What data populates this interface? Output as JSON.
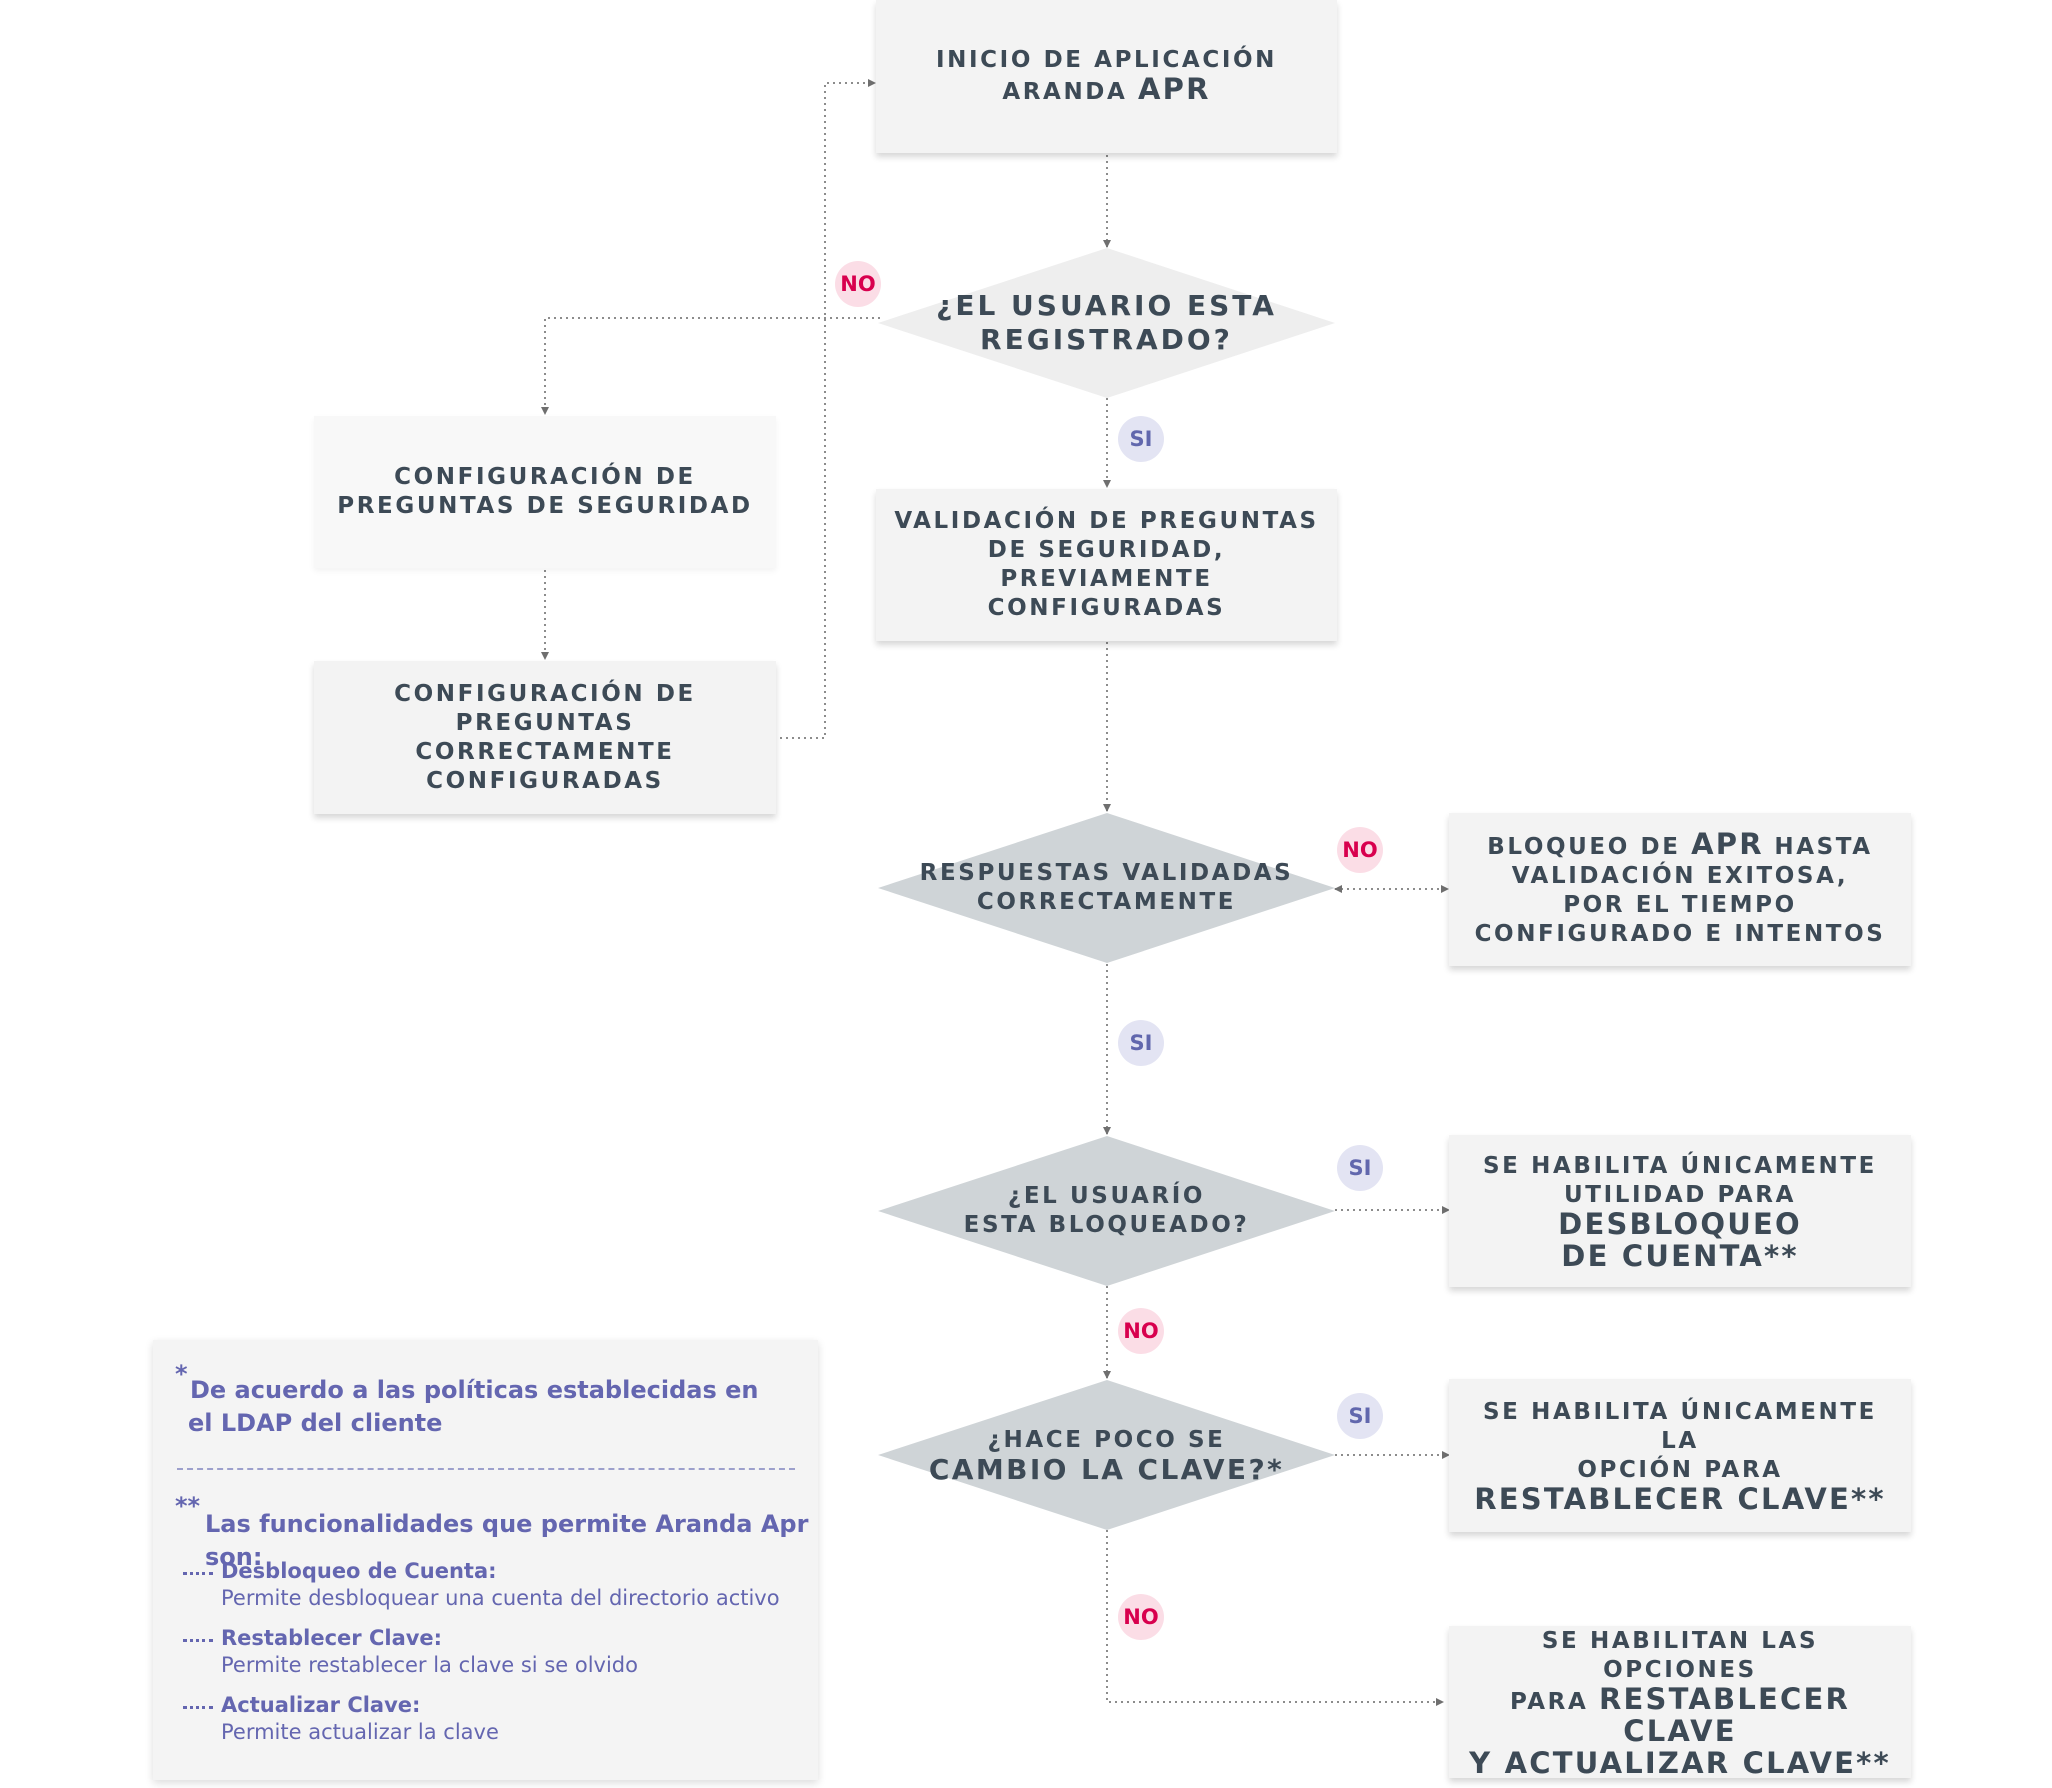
{
  "nodes": {
    "inicio": {
      "line1": "INICIO DE APLICACIÓN",
      "line2_pre": "ARANDA",
      "line2_strong": "APR"
    },
    "registrado": {
      "line1": "¿EL USUARIO ESTA",
      "line2": "REGISTRADO?"
    },
    "config_preguntas": {
      "line1": "CONFIGURACIÓN DE",
      "line2": "PREGUNTAS DE SEGURIDAD"
    },
    "config_correcta": {
      "line1": "CONFIGURACIÓN DE",
      "line2": "PREGUNTAS CORRECTAMENTE",
      "line3": "CONFIGURADAS"
    },
    "validacion": {
      "line1": "VALIDACIÓN DE PREGUNTAS",
      "line2": "DE SEGURIDAD,",
      "line3": "PREVIAMENTE CONFIGURADAS"
    },
    "respuestas": {
      "line1": "RESPUESTAS VALIDADAS",
      "line2": "CORRECTAMENTE"
    },
    "bloqueo": {
      "line1_pre": "BLOQUEO DE",
      "line1_strong": "APR",
      "line1_post": "HASTA",
      "line2": "VALIDACIÓN EXITOSA,",
      "line3": "POR EL TIEMPO",
      "line4": "CONFIGURADO E INTENTOS"
    },
    "bloqueado": {
      "line1": "¿EL USUARÍO",
      "line2": "ESTA BLOQUEADO?"
    },
    "desbloqueo": {
      "line1": "SE HABILITA ÚNICAMENTE",
      "line2_pre": "UTILIDAD PARA",
      "line2_strong": "DESBLOQUEO",
      "line3_strong": "DE CUENTA**"
    },
    "cambio": {
      "line1": "¿HACE POCO SE",
      "line2": "CAMBIO LA CLAVE?*"
    },
    "restablecer": {
      "line1": "SE HABILITA ÚNICAMENTE LA",
      "line2": "OPCIÓN PARA",
      "line3_strong": "RESTABLECER CLAVE**"
    },
    "ambas": {
      "line1": "SE HABILITAN LAS OPCIONES",
      "line2_pre": "PARA",
      "line2_strong": "RESTABLECER CLAVE",
      "line3_strong": "Y ACTUALIZAR CLAVE**"
    }
  },
  "badges": {
    "no_registrado": "NO",
    "si_registrado": "SI",
    "no_respuestas": "NO",
    "si_respuestas": "SI",
    "si_bloqueado": "SI",
    "no_bloqueado": "NO",
    "si_cambio": "SI",
    "no_cambio": "NO"
  },
  "legend": {
    "star1": "*",
    "note1_line1": "De acuerdo a las políticas establecidas en",
    "note1_line2": "el LDAP del cliente",
    "star2": "**",
    "note2": "Las funcionalidades que permite Aranda Apr son:",
    "features": [
      {
        "title": "Desbloqueo de Cuenta:",
        "desc": "Permite desbloquear una cuenta del directorio activo"
      },
      {
        "title": "Restablecer  Clave:",
        "desc": "Permite restablecer la clave si se olvido"
      },
      {
        "title": "Actualizar  Clave:",
        "desc": "Permite actualizar la clave"
      }
    ]
  },
  "colors": {
    "box_bg": "#f3f3f3",
    "diamond_light": "#eeeeee",
    "diamond_dark": "#cfd4d7",
    "text": "#3d4a56",
    "no_badge_bg": "#fbdde6",
    "no_badge_text": "#d8004e",
    "si_badge_bg": "#e3e4f3",
    "si_badge_text": "#6167ad",
    "legend_text": "#6466b0",
    "connector": "#8c8c8c"
  }
}
